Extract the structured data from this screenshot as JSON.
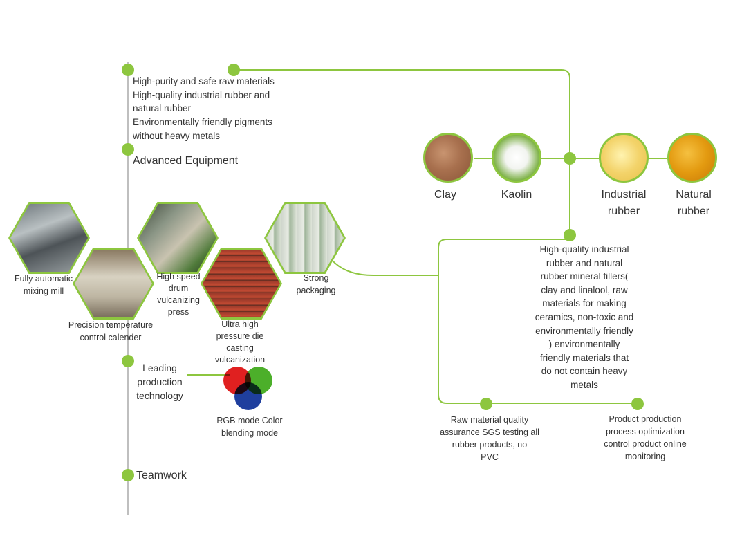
{
  "colors": {
    "accent": "#8dc63f",
    "line": "#8dc63f",
    "timeline": "#bfbfbf",
    "text": "#333333"
  },
  "timeline": {
    "raw_materials_lines": [
      "High-purity and safe raw materials",
      "High-quality industrial rubber and",
      "natural rubber",
      "Environmentally friendly pigments",
      "without heavy metals"
    ],
    "advanced_equipment": "Advanced Equipment",
    "leading_lines": [
      "Leading",
      "production",
      "technology"
    ],
    "teamwork": "Teamwork"
  },
  "equipment": [
    {
      "icon": "mixing-mill-photo",
      "lines": [
        "Fully automatic",
        "mixing mill"
      ]
    },
    {
      "icon": "calender-photo",
      "lines": [
        "Precision temperature",
        "control calender"
      ]
    },
    {
      "icon": "drum-press-photo",
      "lines": [
        "High speed",
        "drum",
        "vulcanizing",
        "press"
      ]
    },
    {
      "icon": "die-casting-photo",
      "lines": [
        "Ultra high",
        "pressure die",
        "casting",
        "vulcanization"
      ]
    },
    {
      "icon": "packaging-photo",
      "lines": [
        "Strong",
        "packaging"
      ]
    }
  ],
  "rgb": {
    "icon": "rgb-venn-icon",
    "lines": [
      "RGB mode Color",
      "blending mode"
    ],
    "colors": [
      "#e02020",
      "#4caf2a",
      "#1f3f9e"
    ]
  },
  "materials": [
    {
      "icon": "clay-photo",
      "lines": [
        "Clay"
      ]
    },
    {
      "icon": "kaolin-photo",
      "lines": [
        "Kaolin"
      ]
    },
    {
      "icon": "industrial-rubber-photo",
      "lines": [
        "Industrial",
        "rubber"
      ]
    },
    {
      "icon": "natural-rubber-photo",
      "lines": [
        "Natural",
        "rubber"
      ]
    }
  ],
  "fillers_lines": [
    "High-quality industrial",
    "rubber and natural",
    "rubber mineral fillers(",
    "clay and linalool, raw",
    "materials for making",
    "ceramics, non-toxic and",
    "environmentally friendly",
    ") environmentally",
    "friendly materials that",
    "do not contain heavy",
    "metals"
  ],
  "quality": {
    "sgs_lines": [
      "Raw material quality",
      "assurance SGS testing all",
      "rubber products, no",
      "PVC"
    ],
    "monitoring_lines": [
      "Product production",
      "process optimization",
      "control product online",
      "monitoring"
    ]
  }
}
